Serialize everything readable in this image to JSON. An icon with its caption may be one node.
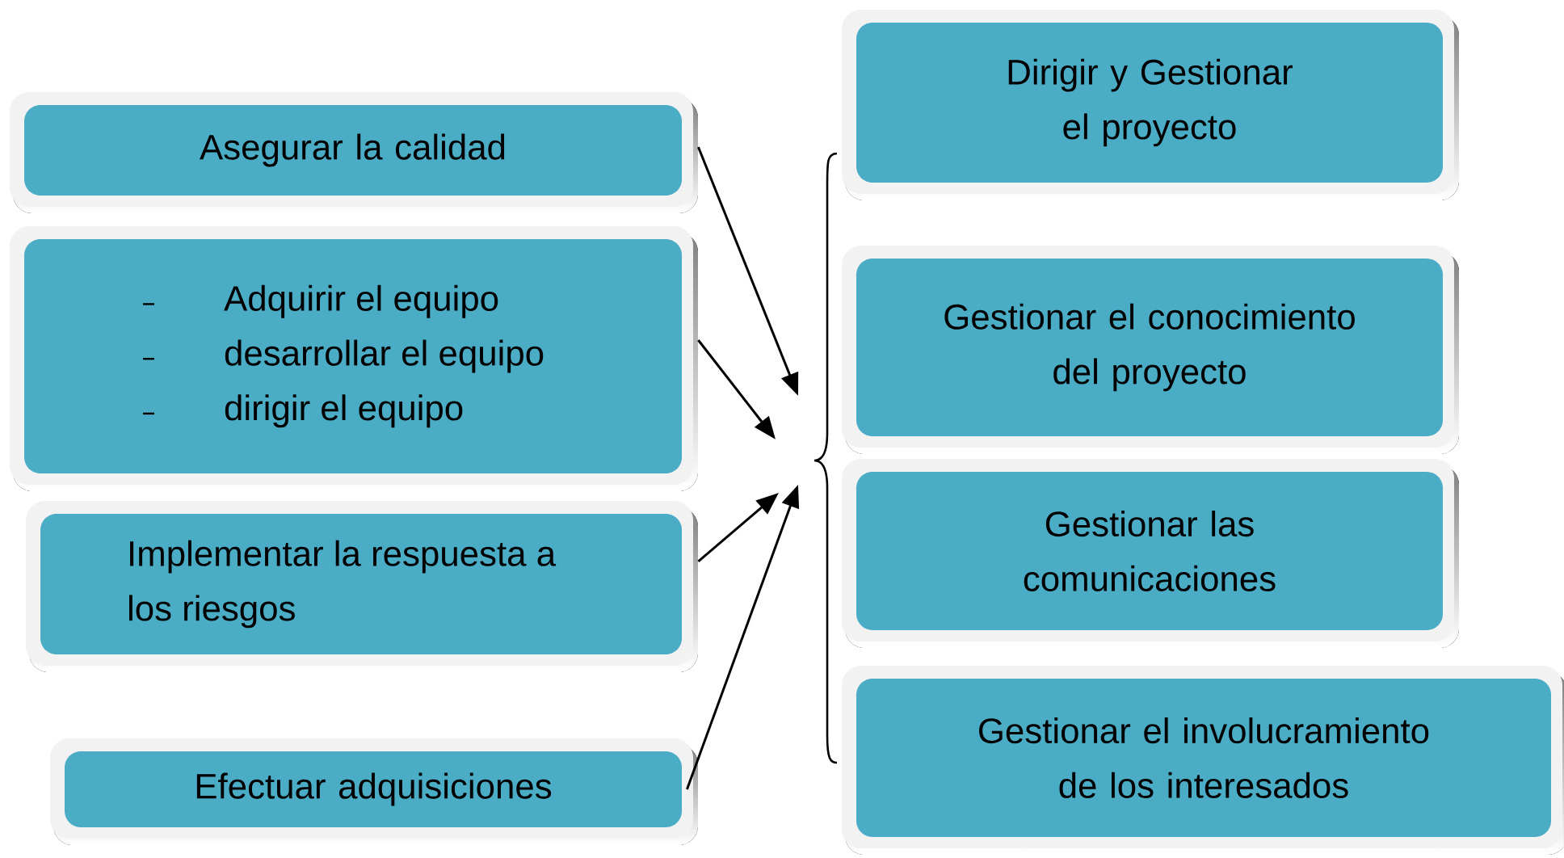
{
  "diagram": {
    "nodes": [
      {
        "text": [
          "Asegurar la calidad"
        ]
      },
      {
        "text": [
          "Adquirir el equipo",
          "desarrollar el equipo",
          "dirigir el equipo"
        ]
      },
      {
        "text": [
          "Implementar la respuesta a los riesgos"
        ]
      },
      {
        "text": [
          "Efectuar adquisiciones"
        ]
      },
      {
        "text": [],
        "shape": "brace"
      },
      {
        "text": [
          "Dirigir y Gestionar el proyecto"
        ]
      },
      {
        "text": [
          "Gestionar el conocimiento del proyecto"
        ]
      },
      {
        "text": [
          "Gestionar las comunicaciones"
        ]
      },
      {
        "text": [
          "Gestionar el involucramiento de los interesados"
        ]
      }
    ],
    "edges": [
      {
        "from": 0,
        "to": 4,
        "arrow": "to"
      },
      {
        "from": 1,
        "to": 4,
        "arrow": "to"
      },
      {
        "from": 2,
        "to": 4,
        "arrow": "to"
      },
      {
        "from": 3,
        "to": 4,
        "arrow": "to"
      }
    ]
  }
}
